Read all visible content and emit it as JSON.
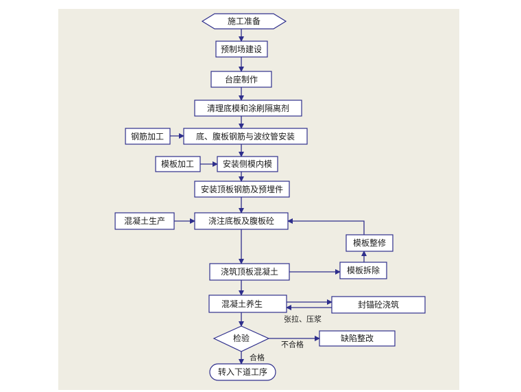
{
  "nodes": {
    "start": "施工准备",
    "prefab_yard": "预制场建设",
    "pedestal": "台座制作",
    "clean_mold": "清理底模和涂刷隔离剂",
    "install_rebar": "底、腹板钢筋与波纹管安装",
    "rebar_processing": "钢筋加工",
    "form_processing": "模板加工",
    "install_forms": "安装侧模内模",
    "top_rebar": "安装顶板钢筋及预埋件",
    "concrete_production": "混凝土生产",
    "pour_bottom": "浇注底板及腹板砼",
    "form_repair": "模板整修",
    "pour_top": "浇筑顶板混凝土",
    "form_removal": "模板拆除",
    "curing": "混凝土养生",
    "anchor_seal": "封锚砼浇筑",
    "inspection": "检验",
    "defect_fix": "缺陷整改",
    "next_process": "转入下道工序"
  },
  "labels": {
    "tension_grouting": "张拉、压浆",
    "fail": "不合格",
    "pass": "合格"
  },
  "colors": {
    "line": "#2e2e8c",
    "box_border": "#2e2e8c",
    "box_fill": "#ffffff"
  }
}
